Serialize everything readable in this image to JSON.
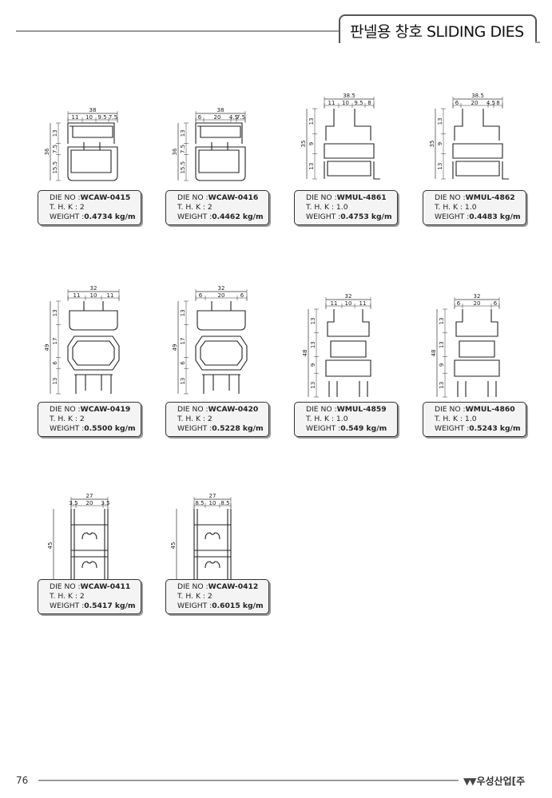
{
  "header": {
    "title": "판넬용 창호 SLIDING DIES"
  },
  "footer": {
    "page_number": "76",
    "company": "우성산업[주",
    "logo_icon": "ww-logo-icon"
  },
  "labels": {
    "die_no": "DIE NO :",
    "thk": "T. H. K :",
    "weight": "WEIGHT :"
  },
  "dies": [
    {
      "die_no": "WCAW-0415",
      "thk": "2",
      "weight": "0.4734 kg/m",
      "dims": {
        "width": "38",
        "top": [
          "11",
          "10",
          "9.5",
          "7.5"
        ],
        "height": "36",
        "left": [
          "15.5",
          "7.5",
          "13"
        ]
      }
    },
    {
      "die_no": "WCAW-0416",
      "thk": "2",
      "weight": "0.4462 kg/m",
      "dims": {
        "width": "38",
        "top": [
          "6",
          "20",
          "4.5",
          "7.5"
        ],
        "height": "36",
        "left": [
          "15.5",
          "7.5",
          "13"
        ]
      }
    },
    {
      "die_no": "WMUL-4861",
      "thk": "1.0",
      "weight": "0.4753 kg/m",
      "dims": {
        "width": "38.5",
        "top": [
          "11",
          "10",
          "9.5",
          "8"
        ],
        "height": "35",
        "left": [
          "13",
          "9",
          "13"
        ]
      }
    },
    {
      "die_no": "WMUL-4862",
      "thk": "1.0",
      "weight": "0.4483 kg/m",
      "dims": {
        "width": "38.5",
        "top": [
          "6",
          "20",
          "4.5",
          "8"
        ],
        "height": "35",
        "left": [
          "13",
          "9",
          "13"
        ]
      }
    },
    {
      "die_no": "WCAW-0419",
      "thk": "2",
      "weight": "0.5500 kg/m",
      "dims": {
        "width": "32",
        "top": [
          "11",
          "10",
          "11"
        ],
        "height": "49",
        "left": [
          "13",
          "6",
          "17",
          "13"
        ]
      }
    },
    {
      "die_no": "WCAW-0420",
      "thk": "2",
      "weight": "0.5228 kg/m",
      "dims": {
        "width": "32",
        "top": [
          "6",
          "20",
          "6"
        ],
        "height": "49",
        "left": [
          "13",
          "6",
          "17",
          "13"
        ]
      }
    },
    {
      "die_no": "WMUL-4859",
      "thk": "1.0",
      "weight": "0.549 kg/m",
      "dims": {
        "width": "32",
        "top": [
          "11",
          "10",
          "11"
        ],
        "height": "48",
        "left": [
          "13",
          "9",
          "13",
          "13"
        ]
      }
    },
    {
      "die_no": "WMUL-4860",
      "thk": "1.0",
      "weight": "0.5243 kg/m",
      "dims": {
        "width": "32",
        "top": [
          "6",
          "20",
          "6"
        ],
        "height": "48",
        "left": [
          "13",
          "9",
          "13",
          "13"
        ]
      }
    },
    {
      "die_no": "WCAW-0411",
      "thk": "2",
      "weight": "0.5417 kg/m",
      "dims": {
        "width": "27",
        "top": [
          "3.5",
          "20",
          "3.5"
        ],
        "height": "45",
        "left": []
      }
    },
    {
      "die_no": "WCAW-0412",
      "thk": "2",
      "weight": "0.6015 kg/m",
      "dims": {
        "width": "27",
        "top": [
          "8.5",
          "10",
          "8.5"
        ],
        "height": "45",
        "left": []
      }
    }
  ]
}
